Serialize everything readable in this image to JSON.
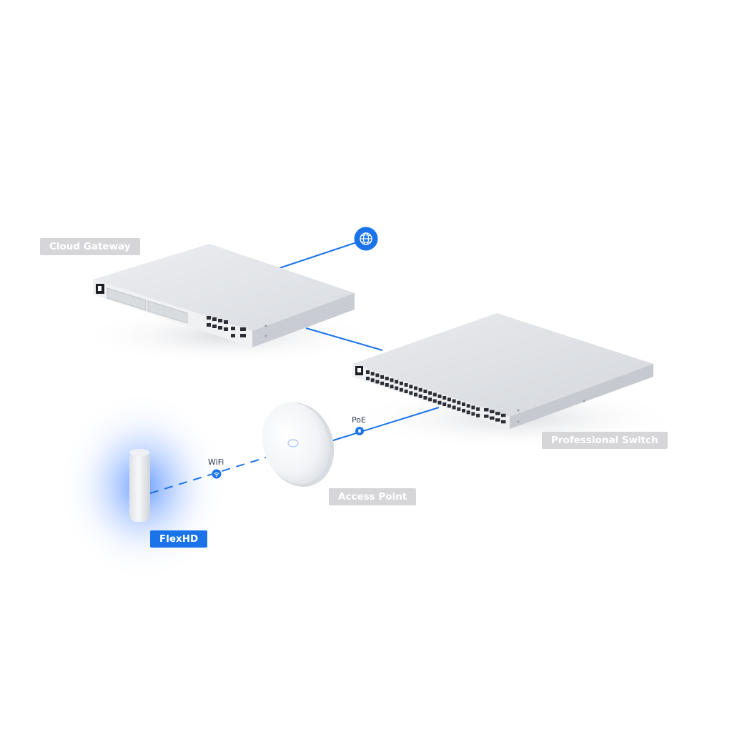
{
  "devices": {
    "cloud_gateway": {
      "label": "Cloud Gateway"
    },
    "professional_switch": {
      "label": "Professional Switch"
    },
    "access_point": {
      "label": "Access Point"
    },
    "flexhd": {
      "label": "FlexHD"
    }
  },
  "links": {
    "wifi": {
      "label": "WiFi"
    },
    "poe": {
      "label": "PoE"
    }
  },
  "icons": {
    "internet": "globe-icon",
    "wifi": "wifi-icon",
    "poe": "poe-plug-icon"
  },
  "colors": {
    "accent": "#1a73e8",
    "label_grey": "#d6d6d8",
    "label_text": "#ffffff",
    "device_body": "#e4e6ea"
  }
}
